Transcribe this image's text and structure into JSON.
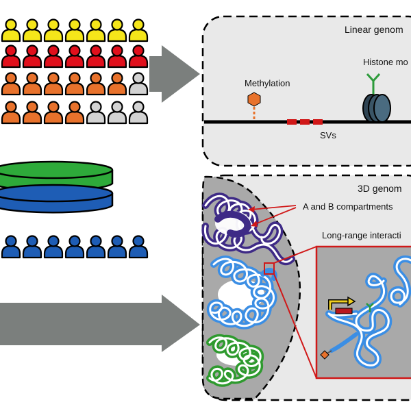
{
  "colors": {
    "yellow": "#f5e61a",
    "red": "#e0101c",
    "orange": "#e8722c",
    "grey": "#d3d3d3",
    "blue": "#1e5db5",
    "green": "#2eaa3a",
    "arrow": "#7b7f7d",
    "panel_fill": "#e9e9e9",
    "nucleus_fill": "#a9a9a9",
    "highlight_red": "#d01818",
    "purple": "#3e2a86",
    "chromatin_blue": "#3b8ee4",
    "chromatin_green": "#2e9a2e"
  },
  "people_rows": [
    [
      "yellow",
      "yellow",
      "yellow",
      "yellow",
      "yellow",
      "yellow",
      "yellow"
    ],
    [
      "red",
      "red",
      "red",
      "red",
      "red",
      "red",
      "red"
    ],
    [
      "orange",
      "orange",
      "orange",
      "orange",
      "orange",
      "orange",
      "grey"
    ],
    [
      "orange",
      "orange",
      "orange",
      "orange",
      "grey",
      "grey",
      "grey"
    ]
  ],
  "blue_people_row": [
    "blue",
    "blue",
    "blue",
    "blue",
    "blue",
    "blue",
    "blue"
  ],
  "linear_panel": {
    "title": "Linear genom",
    "methylation_label": "Methylation",
    "histone_label": "Histone mo",
    "svs_label": "SVs",
    "sv_blocks": 3
  },
  "panel_3d": {
    "title": "3D genom",
    "compartments_label": "A and B compartments",
    "long_range_label": "Long-range interacti"
  }
}
